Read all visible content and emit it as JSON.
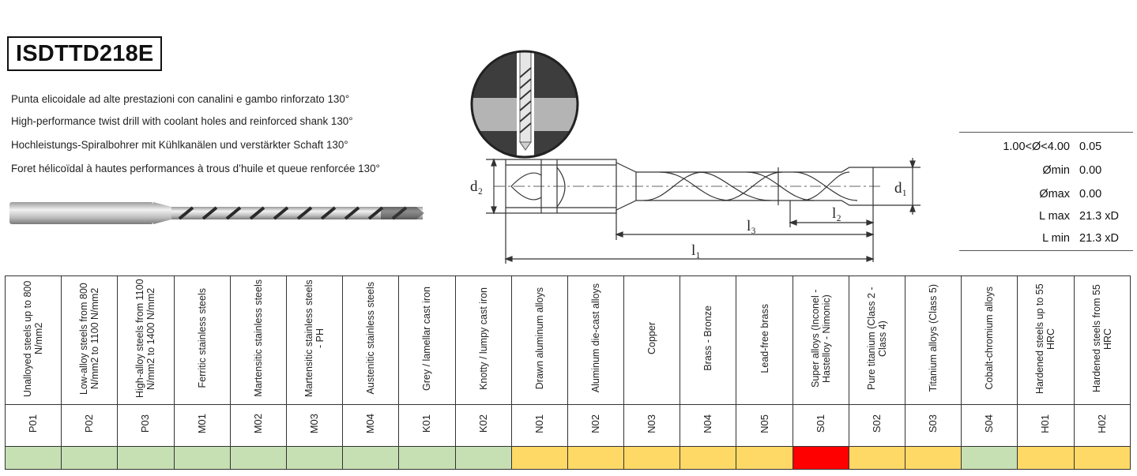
{
  "product": {
    "code": "ISDTTD218E",
    "descriptions": [
      "Punta elicoidale ad alte prestazioni con canalini e gambo rinforzato 130°",
      "High-performance twist drill with coolant holes and reinforced shank 130°",
      "Hochleistungs-Spiralbohrer mit Kühlkanälen und verstärkter Schaft 130°",
      "Foret hélicoïdal à hautes performances à trous d’huile et queue renforcée 130°"
    ]
  },
  "drawing": {
    "labels": {
      "d2": "d₂",
      "d1": "d₁",
      "l1": "l₁",
      "l2": "l₂",
      "l3": "l₃"
    }
  },
  "tolerances": [
    {
      "label": "1.00<Ø<4.00",
      "value": "0.05"
    },
    {
      "label": "Ømin",
      "value": "0.00"
    },
    {
      "label": "Ømax",
      "value": "0.00"
    },
    {
      "label": "L max",
      "value": "21.3 xD"
    },
    {
      "label": "L min",
      "value": "21.3 xD"
    }
  ],
  "colors": {
    "green": "#c6e0b4",
    "orange": "#ffd966",
    "red": "#ff0000"
  },
  "materials": [
    {
      "name": "Unalloyed steels up to 800 N/mm2",
      "code": "P01",
      "rating": "green"
    },
    {
      "name": "Low-alloy steels from 800 N/mm2 to 1100 N/mm2",
      "code": "P02",
      "rating": "green"
    },
    {
      "name": "High-alloy steels from 1100 N/mm2 to 1400 N/mm2",
      "code": "P03",
      "rating": "green"
    },
    {
      "name": "Ferritic stainless steels",
      "code": "M01",
      "rating": "green"
    },
    {
      "name": "Martensitic stainless steels",
      "code": "M02",
      "rating": "green"
    },
    {
      "name": "Martensitic stainless steels - PH",
      "code": "M03",
      "rating": "green"
    },
    {
      "name": "Austenitic stainless steels",
      "code": "M04",
      "rating": "green"
    },
    {
      "name": "Grey / lamellar cast iron",
      "code": "K01",
      "rating": "green"
    },
    {
      "name": "Knotty / lumpy cast iron",
      "code": "K02",
      "rating": "green"
    },
    {
      "name": "Drawn aluminum alloys",
      "code": "N01",
      "rating": "orange"
    },
    {
      "name": "Aluminum die-cast alloys",
      "code": "N02",
      "rating": "orange"
    },
    {
      "name": "Copper",
      "code": "N03",
      "rating": "orange"
    },
    {
      "name": "Brass - Bronze",
      "code": "N04",
      "rating": "orange"
    },
    {
      "name": "Lead-free brass",
      "code": "N05",
      "rating": "orange"
    },
    {
      "name": "Super alloys (Inconel - Hastelloy - Nimonic)",
      "code": "S01",
      "rating": "red"
    },
    {
      "name": "Pure titanium (Class 2 - Class 4)",
      "code": "S02",
      "rating": "orange"
    },
    {
      "name": "Titanium alloys (Class 5)",
      "code": "S03",
      "rating": "orange"
    },
    {
      "name": "Cobalt-chromium alloys",
      "code": "S04",
      "rating": "green"
    },
    {
      "name": "Hardened steels up to 55 HRC",
      "code": "H01",
      "rating": "orange"
    },
    {
      "name": "Hardened steels from 55 HRC",
      "code": "H02",
      "rating": "orange"
    }
  ]
}
